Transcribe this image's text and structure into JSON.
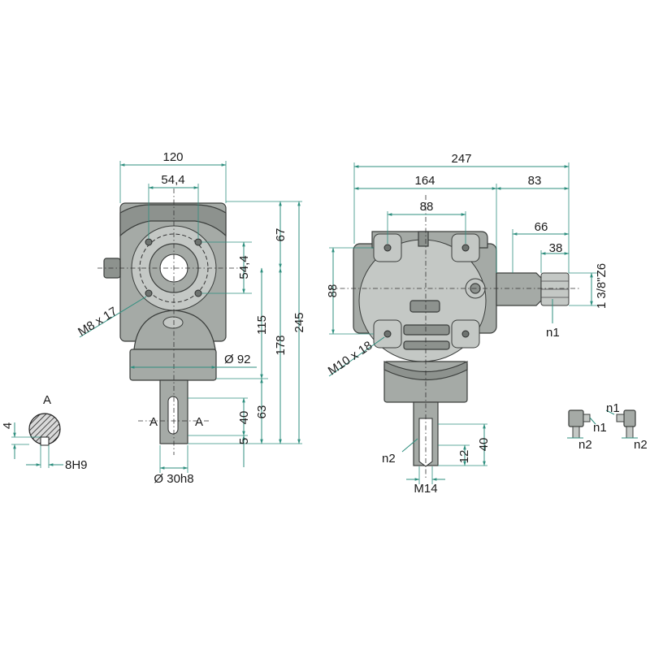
{
  "front_view": {
    "width": "120",
    "bolt_spacing": "54,4",
    "bore_spacing": "54,4",
    "top_height": "67",
    "shaft_height": "115",
    "overall_to_shaft": "178",
    "overall_height": "245",
    "flange_diameter": "Ø 92",
    "shaft_length": "63",
    "key_length": "40",
    "key_offset": "5",
    "shaft_diameter": "Ø 30h8",
    "thread": "M8 x 17",
    "section_mark_left": "A",
    "section_mark_right": "A"
  },
  "section": {
    "title": "A",
    "key_depth": "4",
    "key_width": "8H9"
  },
  "side_view": {
    "overall_length": "247",
    "body_length": "164",
    "input_length": "83",
    "shaft_extension": "66",
    "spline_length": "38",
    "bolt_spacing_x": "88",
    "bolt_spacing_y": "88",
    "spline_spec": "1 3/8\"Z6",
    "input_label": "n1",
    "output_label": "n2",
    "thread": "M10 x 18",
    "output_length": "40",
    "output_tip": "12",
    "output_thread": "M14"
  },
  "rotation_icons": [
    {
      "input": "n1",
      "output": "n2"
    },
    {
      "input": "n1",
      "output": "n2"
    }
  ],
  "colors": {
    "body": "#a5aaa6",
    "dimension": "#2f8f7f",
    "text": "#1a1a1a"
  }
}
